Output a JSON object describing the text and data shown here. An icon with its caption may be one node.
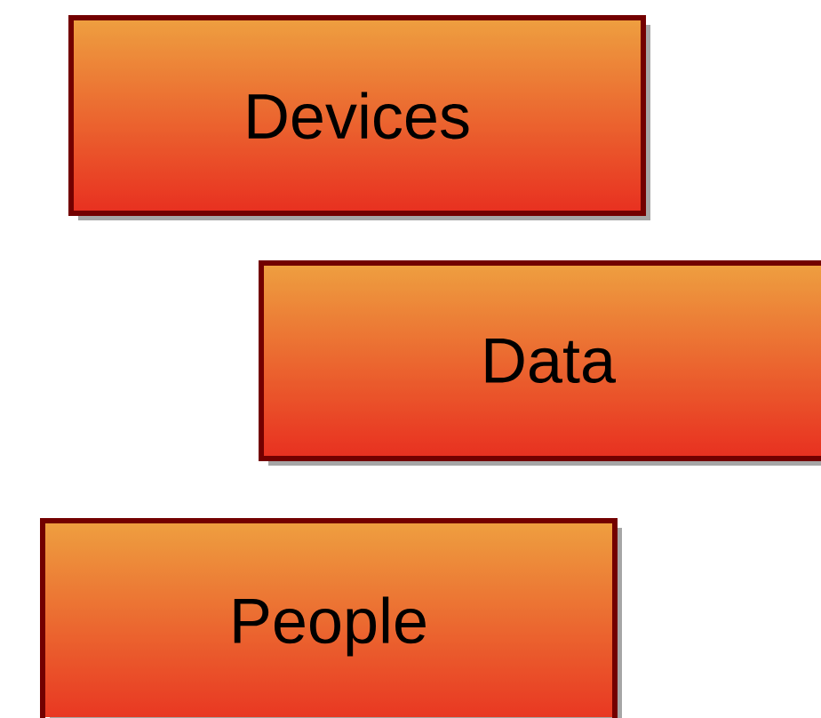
{
  "diagram": {
    "nodes": [
      {
        "text": [
          "Devices"
        ]
      },
      {
        "text": [
          "Data"
        ]
      },
      {
        "text": [
          "People"
        ]
      }
    ]
  }
}
